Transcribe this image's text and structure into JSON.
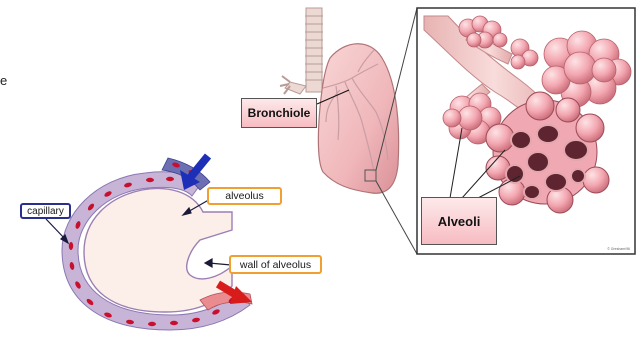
{
  "labels": {
    "partial_left": "e",
    "capillary": "capillary",
    "alveolus": "alveolus",
    "wall": "wall of alveolus",
    "bronchiole": "Bronchiole",
    "alveoli": "Alveoli"
  },
  "credit": "© Gresham/96",
  "colors": {
    "capillary_blood_blue": "#2f3c9e",
    "capillary_blood_red": "#c8102e",
    "alveolus_fill": "#fbeae6",
    "lung_pink": "#f1b9bb",
    "airway_pink": "#f4c6c4",
    "box_orange": "#f0a030",
    "box_navy": "#2b2f8c",
    "arrow_blue": "#1d2fb7",
    "arrow_red": "#d81c1c"
  },
  "icons": {
    "in_arrow": "arrow-down-left-icon",
    "out_arrow": "arrow-right-icon"
  }
}
